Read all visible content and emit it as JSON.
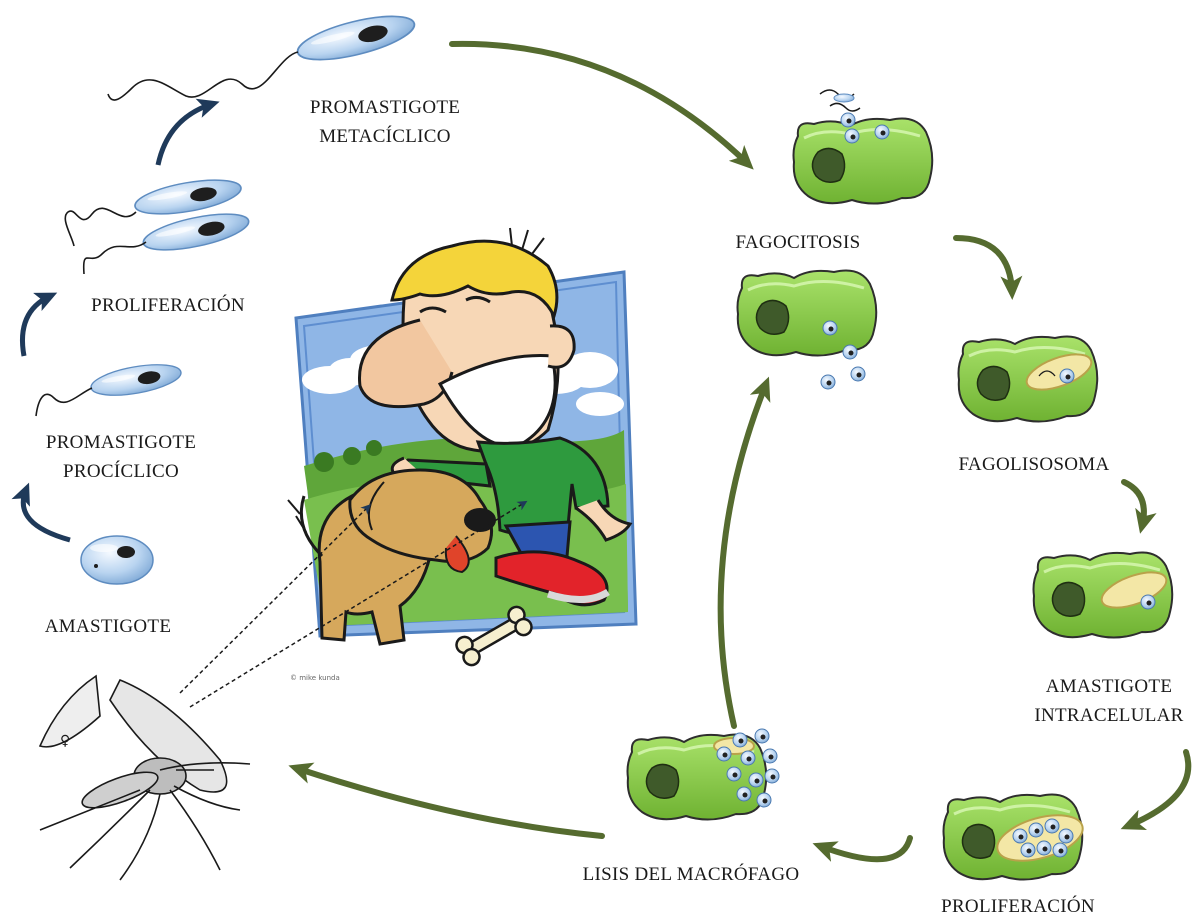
{
  "labels": {
    "promastigote_metaciclico": [
      "PROMASTIGOTE",
      "METACÍCLICO"
    ],
    "proliferacion_top": "PROLIFERACIÓN",
    "promastigote_prociclico": [
      "PROMASTIGOTE",
      "PROCÍCLICO"
    ],
    "amastigote": "AMASTIGOTE",
    "fagocitosis": "FAGOCITOSIS",
    "fagolisosoma": "FAGOLISOSOMA",
    "amastigote_intracelular": [
      "AMASTIGOTE",
      "INTRACELULAR"
    ],
    "proliferacion_bottom": "PROLIFERACIÓN",
    "lisis": "LISIS DEL MACRÓFAGO",
    "female_symbol": "♀",
    "credit": "© mike kunda"
  },
  "colors": {
    "blue_arrow": "#1f3a5a",
    "green_arrow": "#556b2f",
    "cell_green": "#8ccf4a",
    "nucleus": "#3f5a2a",
    "parasite_blue": "#bcd6ef",
    "vacuole": "#f3e7a6"
  }
}
